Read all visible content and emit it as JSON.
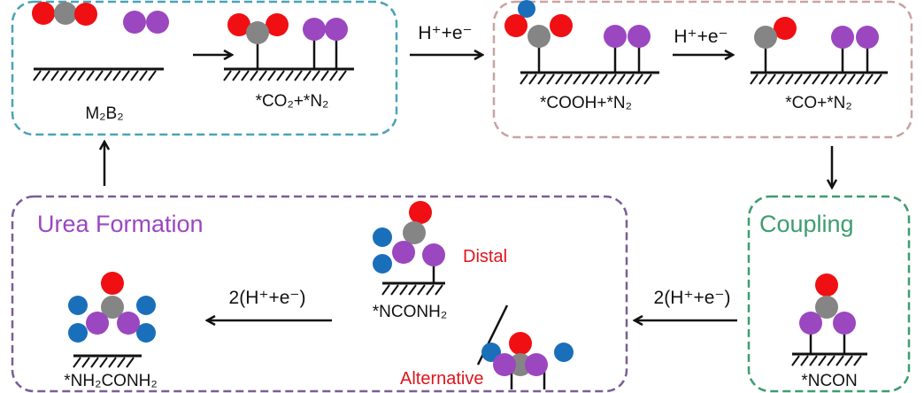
{
  "stages": {
    "adsorption": {
      "surface_label": "M₂B₂",
      "adsorbed_label": "*CO₂+*N₂"
    },
    "hydrogenation": {
      "cooh_label": "*COOH+*N₂",
      "co_label": "*CO+*N₂"
    },
    "coupling": {
      "title": "Coupling",
      "label": "*NCON"
    },
    "urea_formation": {
      "title": "Urea Formation",
      "distal_label": "*NCONH₂",
      "distal_tag": "Distal",
      "alternative_tag": "Alternative",
      "product_label": "*NH₂CONH₂"
    }
  },
  "steps": {
    "h_e_1": "H⁺+e⁻",
    "h_e_2": "H⁺+e⁻",
    "two_h_e_1": "2(H⁺+e⁻)",
    "two_h_e_2": "2(H⁺+e⁻)"
  },
  "colors": {
    "oxygen": "#f00f12",
    "carbon": "#858585",
    "nitrogen": "#9b47c0",
    "hydrogen": "#1a6fba",
    "box_adsorption": "#4aa3b5",
    "box_hydrogenation": "#c9a3a3",
    "box_coupling": "#3f9c70",
    "box_urea": "#7a5f94",
    "title_urea": "#9b47c0",
    "title_coupling": "#3f9c70"
  }
}
